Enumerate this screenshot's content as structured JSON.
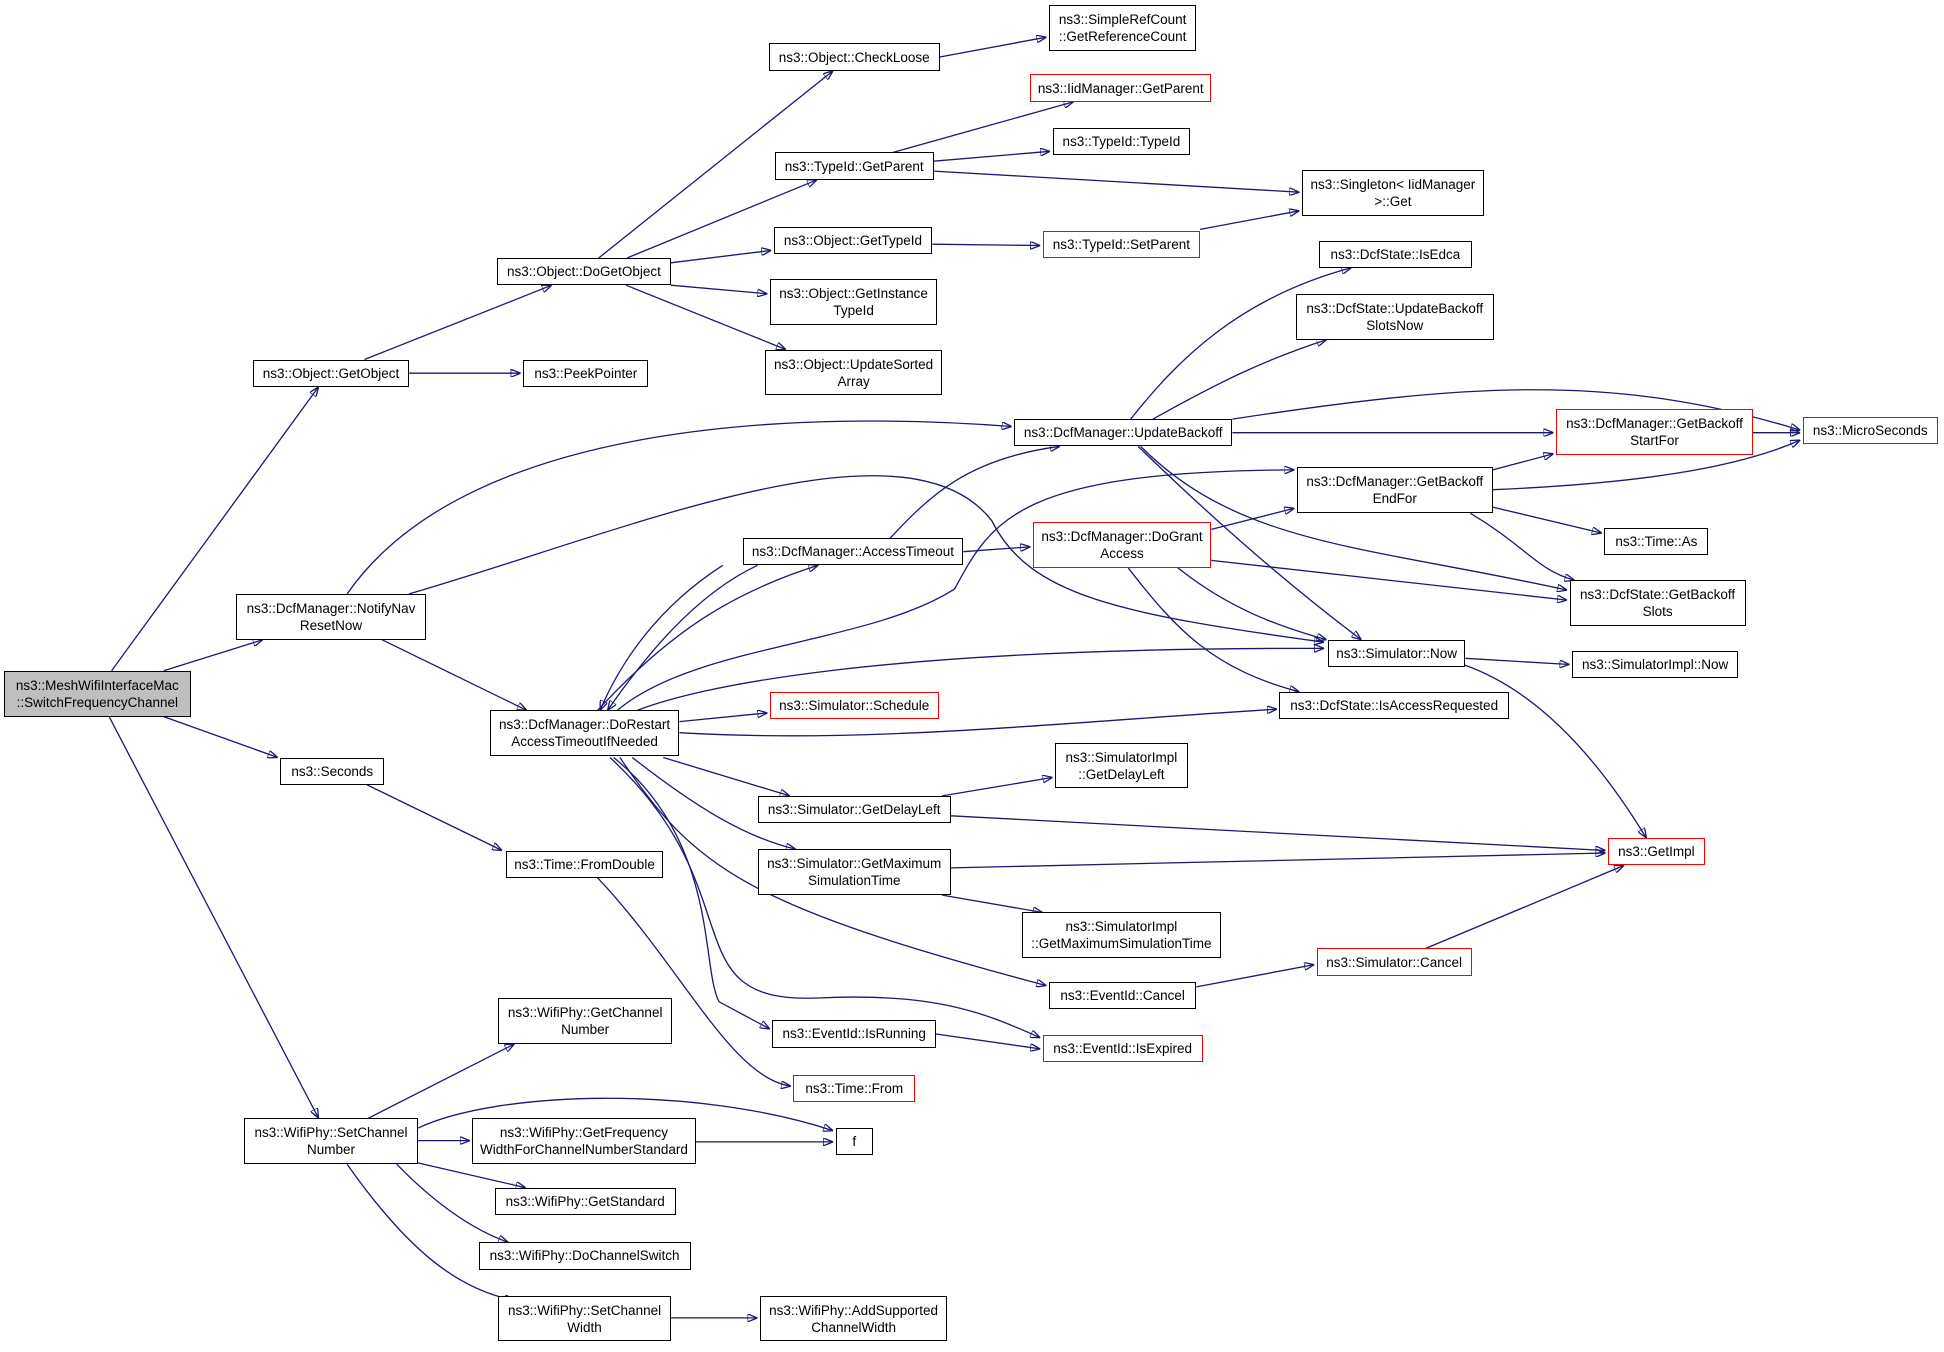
{
  "diagram": {
    "edge_color": "#191970",
    "truncated_border_color": "#ff0000",
    "root_fill": "#bfbfbf",
    "nodes": [
      {
        "id": "root",
        "lines": [
          "ns3::MeshWifiInterfaceMac",
          "::SwitchFrequencyChannel"
        ],
        "root": true
      },
      {
        "id": "getobject",
        "lines": [
          "ns3::Object::GetObject"
        ]
      },
      {
        "id": "notifynav",
        "lines": [
          "ns3::DcfManager::NotifyNav",
          "ResetNow"
        ]
      },
      {
        "id": "seconds",
        "lines": [
          "ns3::Seconds"
        ]
      },
      {
        "id": "setchannelnumber",
        "lines": [
          "ns3::WifiPhy::SetChannel",
          "Number"
        ]
      },
      {
        "id": "dogetobject",
        "lines": [
          "ns3::Object::DoGetObject"
        ]
      },
      {
        "id": "peekpointer",
        "lines": [
          "ns3::PeekPointer"
        ]
      },
      {
        "id": "dorestart",
        "lines": [
          "ns3::DcfManager::DoRestart",
          "AccessTimeoutIfNeeded"
        ]
      },
      {
        "id": "fromdouble",
        "lines": [
          "ns3::Time::FromDouble"
        ]
      },
      {
        "id": "getchannelnumber",
        "lines": [
          "ns3::WifiPhy::GetChannel",
          "Number"
        ]
      },
      {
        "id": "getfreqwidth",
        "lines": [
          "ns3::WifiPhy::GetFrequency",
          "WidthForChannelNumberStandard"
        ]
      },
      {
        "id": "getstandard",
        "lines": [
          "ns3::WifiPhy::GetStandard"
        ]
      },
      {
        "id": "dochannelswitch",
        "lines": [
          "ns3::WifiPhy::DoChannelSwitch"
        ]
      },
      {
        "id": "setchannelwidth",
        "lines": [
          "ns3::WifiPhy::SetChannel",
          "Width"
        ]
      },
      {
        "id": "checkloose",
        "lines": [
          "ns3::Object::CheckLoose"
        ]
      },
      {
        "id": "typeid_getparent",
        "lines": [
          "ns3::TypeId::GetParent"
        ]
      },
      {
        "id": "gettypeid",
        "lines": [
          "ns3::Object::GetTypeId"
        ]
      },
      {
        "id": "getinstancetypeid",
        "lines": [
          "ns3::Object::GetInstance",
          "TypeId"
        ]
      },
      {
        "id": "updatesortedarray",
        "lines": [
          "ns3::Object::UpdateSorted",
          "Array"
        ]
      },
      {
        "id": "accesstimeout",
        "lines": [
          "ns3::DcfManager::AccessTimeout"
        ]
      },
      {
        "id": "schedule",
        "lines": [
          "ns3::Simulator::Schedule"
        ],
        "truncated": true
      },
      {
        "id": "getdelayleft",
        "lines": [
          "ns3::Simulator::GetDelayLeft"
        ]
      },
      {
        "id": "getmaxsimtime",
        "lines": [
          "ns3::Simulator::GetMaximum",
          "SimulationTime"
        ]
      },
      {
        "id": "isrunning",
        "lines": [
          "ns3::EventId::IsRunning"
        ]
      },
      {
        "id": "timefrom",
        "lines": [
          "ns3::Time::From"
        ],
        "truncated": true
      },
      {
        "id": "f",
        "lines": [
          "f"
        ]
      },
      {
        "id": "addsupportedwidth",
        "lines": [
          "ns3::WifiPhy::AddSupported",
          "ChannelWidth"
        ]
      },
      {
        "id": "getrefcount",
        "lines": [
          "ns3::SimpleRefCount",
          "::GetReferenceCount"
        ]
      },
      {
        "id": "iidmgr_getparent",
        "lines": [
          "ns3::IidManager::GetParent"
        ],
        "truncated": true
      },
      {
        "id": "typeid_ctor",
        "lines": [
          "ns3::TypeId::TypeId"
        ]
      },
      {
        "id": "setparent",
        "lines": [
          "ns3::TypeId::SetParent"
        ],
        "truncated": true
      },
      {
        "id": "updatebackoff",
        "lines": [
          "ns3::DcfManager::UpdateBackoff"
        ]
      },
      {
        "id": "dogrant",
        "lines": [
          "ns3::DcfManager::DoGrant",
          "Access"
        ],
        "truncated": true
      },
      {
        "id": "simimpl_getdelayleft",
        "lines": [
          "ns3::SimulatorImpl",
          "::GetDelayLeft"
        ]
      },
      {
        "id": "simimpl_getmax",
        "lines": [
          "ns3::SimulatorImpl",
          "::GetMaximumSimulationTime"
        ]
      },
      {
        "id": "eventid_cancel",
        "lines": [
          "ns3::EventId::Cancel"
        ]
      },
      {
        "id": "isexpired",
        "lines": [
          "ns3::EventId::IsExpired"
        ],
        "truncated": true
      },
      {
        "id": "singleton_get",
        "lines": [
          "ns3::Singleton< IidManager",
          ">::Get"
        ]
      },
      {
        "id": "isedca",
        "lines": [
          "ns3::DcfState::IsEdca"
        ]
      },
      {
        "id": "updatebackoffslots",
        "lines": [
          "ns3::DcfState::UpdateBackoff",
          "SlotsNow"
        ]
      },
      {
        "id": "getbackoffendfor",
        "lines": [
          "ns3::DcfManager::GetBackoff",
          "EndFor"
        ]
      },
      {
        "id": "sim_now",
        "lines": [
          "ns3::Simulator::Now"
        ]
      },
      {
        "id": "isaccessrequested",
        "lines": [
          "ns3::DcfState::IsAccessRequested"
        ]
      },
      {
        "id": "sim_cancel",
        "lines": [
          "ns3::Simulator::Cancel"
        ],
        "truncated": true
      },
      {
        "id": "getbackoffstartfor",
        "lines": [
          "ns3::DcfManager::GetBackoff",
          "StartFor"
        ],
        "truncated": true
      },
      {
        "id": "time_as",
        "lines": [
          "ns3::Time::As"
        ]
      },
      {
        "id": "getbackoffslots",
        "lines": [
          "ns3::DcfState::GetBackoff",
          "Slots"
        ]
      },
      {
        "id": "simimpl_now",
        "lines": [
          "ns3::SimulatorImpl::Now"
        ]
      },
      {
        "id": "getimpl",
        "lines": [
          "ns3::GetImpl"
        ],
        "truncated": true
      },
      {
        "id": "microseconds",
        "lines": [
          "ns3::MicroSeconds"
        ],
        "truncated": true
      }
    ]
  }
}
